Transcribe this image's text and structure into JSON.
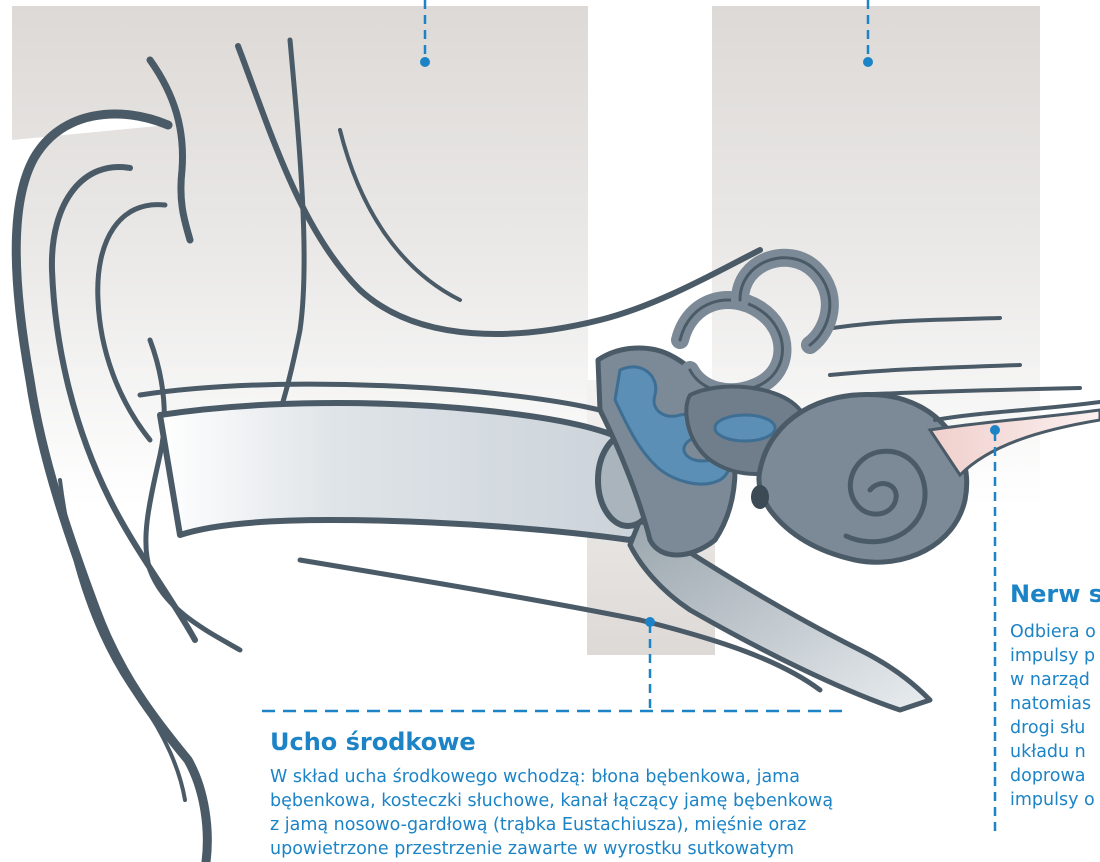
{
  "colors": {
    "accent": "#1c84c6",
    "outline": "#4a5b67",
    "panel": "#ddd9d6",
    "ear_fill": "#ffffff",
    "canal_fill": "#d7dde2",
    "bone": "#7b8a96",
    "ossicle_blue": "#5b8fb5",
    "nerve_pink": "#f2d6d3"
  },
  "middle_ear": {
    "title": "Ucho środkowe",
    "lines": [
      "W skład ucha środkowego wchodzą: błona bębenkowa, jama",
      "bębenkowa, kosteczki słuchowe, kanał łączący jamę bębenkową",
      "z jamą nosowo-gardłową (trąbka Eustachiusza), mięśnie oraz",
      "upowietrzone przestrzenie zawarte w wyrostku sutkowatym"
    ]
  },
  "nerve": {
    "title": "Nerw s",
    "lines": [
      "Odbiera o",
      "impulsy p",
      "w narząd",
      "natomias",
      "drogi słu",
      "układu n",
      "doprowa",
      "impulsy o"
    ]
  }
}
